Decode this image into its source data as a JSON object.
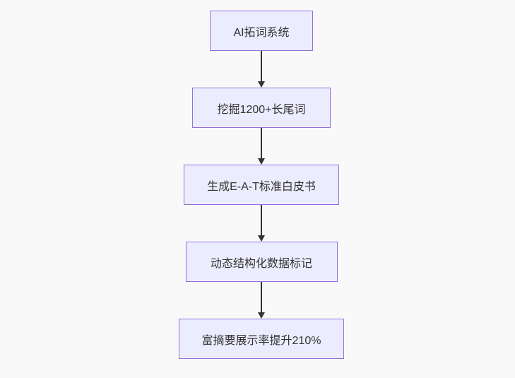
{
  "page": {
    "background": "#f9f9f9"
  },
  "flowchart": {
    "type": "flowchart",
    "direction": "top-down",
    "style": {
      "node_fill": "#ECECFF",
      "node_border": "#9370DB",
      "node_text_color": "#333333",
      "edge_color": "#333333",
      "arrow_head": "filled-triangle-down"
    },
    "nodes": [
      {
        "id": "A",
        "label": "AI拓词系统"
      },
      {
        "id": "B",
        "label": "挖掘1200+长尾词"
      },
      {
        "id": "C",
        "label": "生成E-A-T标准白皮书"
      },
      {
        "id": "D",
        "label": "动态结构化数据标记"
      },
      {
        "id": "E",
        "label": "富摘要展示率提升210%"
      }
    ],
    "edges": [
      {
        "from": "A",
        "to": "B",
        "arrow": "down"
      },
      {
        "from": "B",
        "to": "C",
        "arrow": "down"
      },
      {
        "from": "C",
        "to": "D",
        "arrow": "down"
      },
      {
        "from": "D",
        "to": "E",
        "arrow": "down"
      }
    ]
  }
}
